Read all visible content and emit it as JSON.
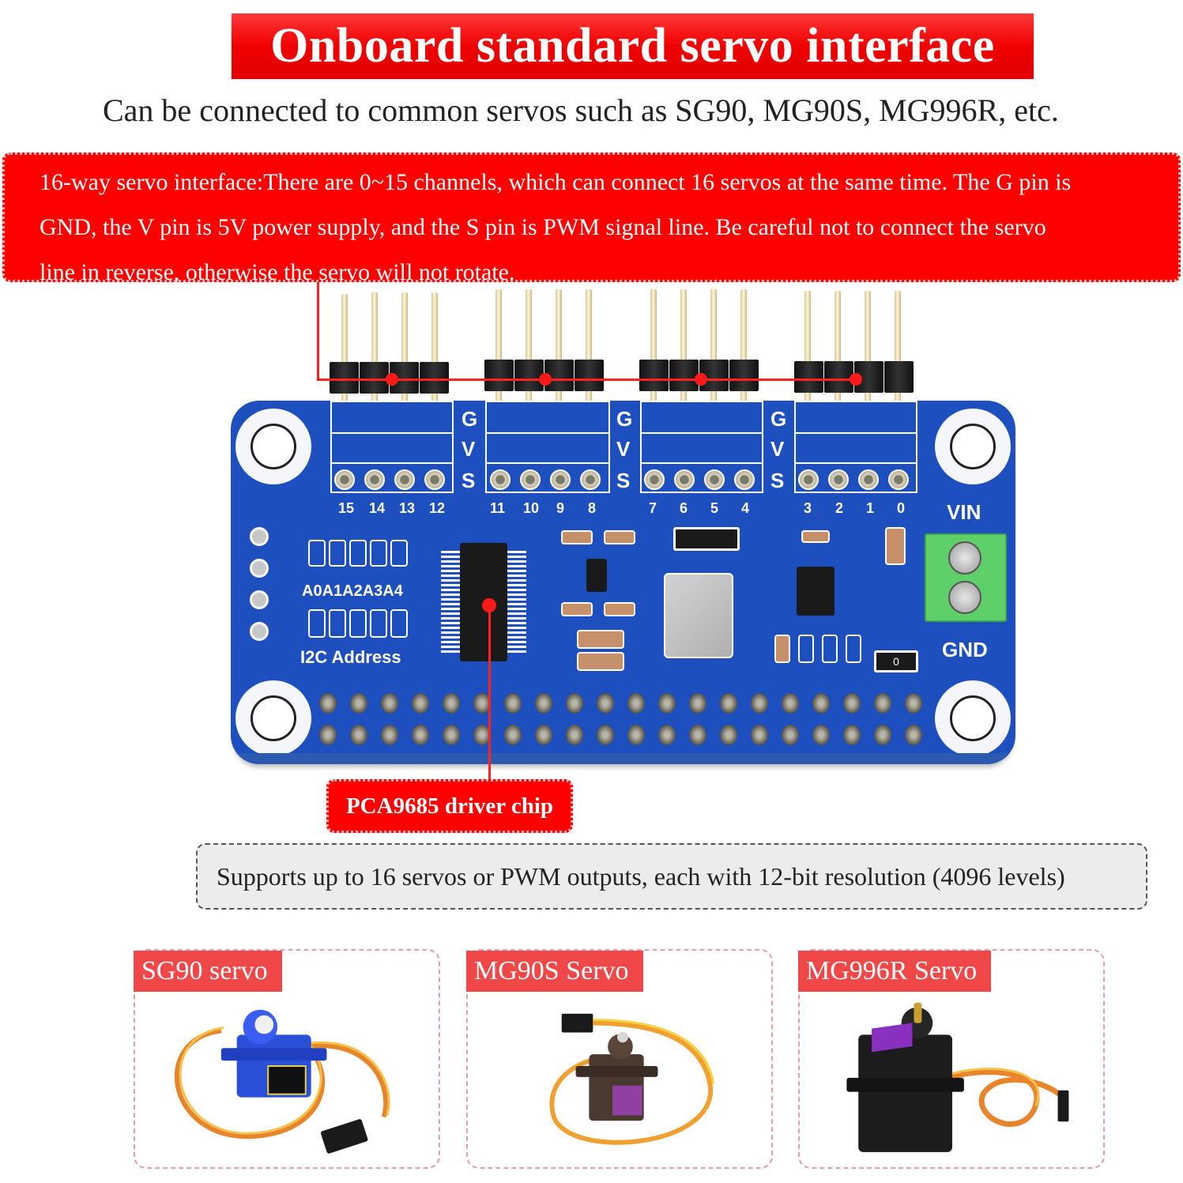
{
  "header": {
    "title": "Onboard standard servo interface",
    "subtitle": "Can be connected to common servos such as SG90, MG90S, MG996R, etc."
  },
  "info_box": {
    "lines": [
      "16-way servo interface:There are 0~15 channels, which can connect 16 servos at the same time. The G pin is",
      "GND, the V pin is 5V power supply, and the S pin is PWM signal line. Be careful not to connect the servo",
      "line in reverse, otherwise the servo will not rotate."
    ]
  },
  "board": {
    "pin_rows": [
      "G",
      "V",
      "S"
    ],
    "channel_groups": [
      [
        "15",
        "14",
        "13",
        "12"
      ],
      [
        "11",
        "10",
        "9",
        "8"
      ],
      [
        "7",
        "6",
        "5",
        "4"
      ],
      [
        "3",
        "2",
        "1",
        "0"
      ]
    ],
    "address_label": "A0A1A2A3A4",
    "i2c_label": "I2C Address",
    "vin_label": "VIN",
    "gnd_label": "GND",
    "resistor_marking": "0",
    "colors": {
      "pcb": "#1d4fbf",
      "terminal": "#5fcf6a",
      "pointer": "#ff2020"
    }
  },
  "callouts": {
    "chip_label": "PCA9685 driver chip",
    "support_text": "Supports up to 16 servos or PWM outputs, each with 12-bit resolution (4096 levels)"
  },
  "servos": [
    {
      "label": "SG90 servo",
      "body_color": "#2a4fd8"
    },
    {
      "label": "MG90S Servo",
      "body_color": "#4a3a30"
    },
    {
      "label": "MG996R Servo",
      "body_color": "#1c1c1c"
    }
  ],
  "accent_colors": {
    "banner_red": "#f00000",
    "tag_red": "#f04848",
    "card_border": "#e0a0a8"
  }
}
